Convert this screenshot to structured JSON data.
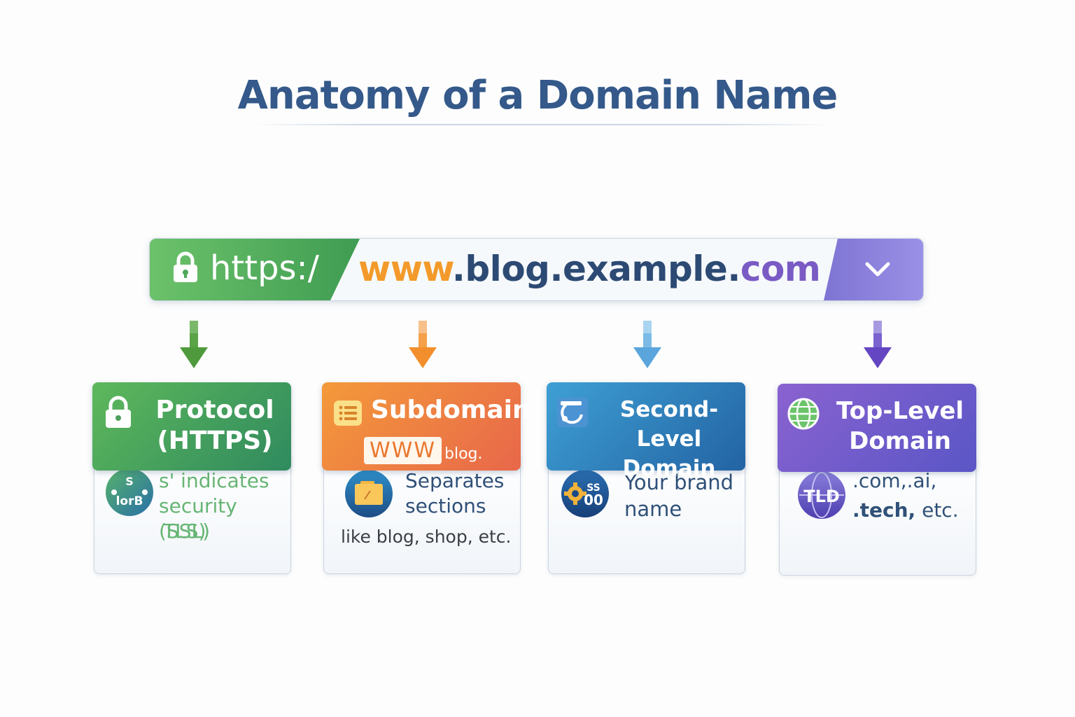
{
  "title": "Anatomy of a Domain Name",
  "url": {
    "protocol": "https:/",
    "subdomain": "www",
    "dot1": ".",
    "sld": "blog.example",
    "dot2": ".",
    "tld": "com"
  },
  "cards": [
    {
      "title_line1": "Protocol",
      "title_line2": "(HTTPS)",
      "icon": "lock-icon",
      "badge_text_top": "S",
      "badge_text": "lorB",
      "desc_line1": "s' indicates",
      "desc_line2": "security (SSL)",
      "desc_line3": "TLS)",
      "color": "#3f9c52"
    },
    {
      "title_line1": "Subdomain",
      "chip_www": "WWW",
      "chip_rest": "blog.",
      "icon": "list-icon",
      "badge_icon": "folder-icon",
      "desc_line1": "Separates",
      "desc_line2": "sections",
      "desc_line3": "like blog, shop, etc.",
      "color": "#f39a2a"
    },
    {
      "title_line1": "Second-Level",
      "title_line2": "Domain",
      "icon": "link-icon",
      "badge_text": "ᏕᏕ\nOO",
      "badge_icon": "gear-icon",
      "desc_line1": "Your brand",
      "desc_line2": "name",
      "color": "#2a72b3"
    },
    {
      "title_line1": "Top-Level",
      "title_line2": "Domain",
      "icon": "globe-icon",
      "badge_text": "TLD",
      "desc_line1": ".com,.ai,",
      "desc_line2_a": ".tech,",
      "desc_line2_b": " etc.",
      "color": "#6a5acd"
    }
  ]
}
